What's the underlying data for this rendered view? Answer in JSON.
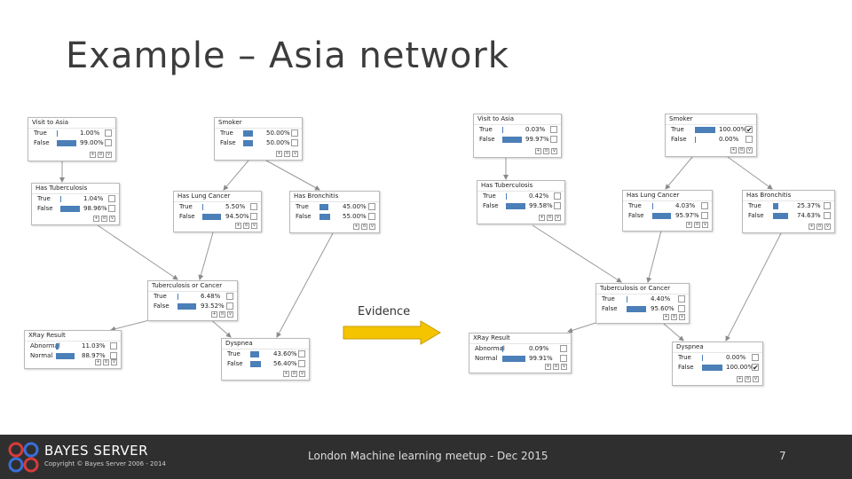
{
  "slide": {
    "title": "Example – Asia network",
    "evidence_label": "Evidence",
    "footer": {
      "brand": "BAYES SERVER",
      "copyright": "Copyright © Bayes Server 2006 - 2014",
      "event": "London Machine learning meetup - Dec 2015",
      "page_number": "7"
    },
    "colors": {
      "bar": "#4b7fb8",
      "evidence_arrow": "#f5c400",
      "footer_bg": "#2f2f2f"
    }
  },
  "before": {
    "visit_asia": {
      "title": "Visit to Asia",
      "states": [
        {
          "label": "True",
          "value": "1.00%",
          "p": 0.01,
          "checked": false
        },
        {
          "label": "False",
          "value": "99.00%",
          "p": 0.99,
          "checked": false
        }
      ]
    },
    "smoker": {
      "title": "Smoker",
      "states": [
        {
          "label": "True",
          "value": "50.00%",
          "p": 0.5,
          "checked": false
        },
        {
          "label": "False",
          "value": "50.00%",
          "p": 0.5,
          "checked": false
        }
      ]
    },
    "tuberculosis": {
      "title": "Has Tuberculosis",
      "states": [
        {
          "label": "True",
          "value": "1.04%",
          "p": 0.0104,
          "checked": false
        },
        {
          "label": "False",
          "value": "98.96%",
          "p": 0.9896,
          "checked": false
        }
      ]
    },
    "lung_cancer": {
      "title": "Has Lung Cancer",
      "states": [
        {
          "label": "True",
          "value": "5.50%",
          "p": 0.055,
          "checked": false
        },
        {
          "label": "False",
          "value": "94.50%",
          "p": 0.945,
          "checked": false
        }
      ]
    },
    "bronchitis": {
      "title": "Has Bronchitis",
      "states": [
        {
          "label": "True",
          "value": "45.00%",
          "p": 0.45,
          "checked": false
        },
        {
          "label": "False",
          "value": "55.00%",
          "p": 0.55,
          "checked": false
        }
      ]
    },
    "tb_or_cancer": {
      "title": "Tuberculosis or Cancer",
      "states": [
        {
          "label": "True",
          "value": "6.48%",
          "p": 0.0648,
          "checked": false
        },
        {
          "label": "False",
          "value": "93.52%",
          "p": 0.9352,
          "checked": false
        }
      ]
    },
    "xray": {
      "title": "XRay Result",
      "states": [
        {
          "label": "Abnormal",
          "value": "11.03%",
          "p": 0.1103,
          "checked": false
        },
        {
          "label": "Normal",
          "value": "88.97%",
          "p": 0.8897,
          "checked": false
        }
      ]
    },
    "dyspnea": {
      "title": "Dyspnea",
      "states": [
        {
          "label": "True",
          "value": "43.60%",
          "p": 0.436,
          "checked": false
        },
        {
          "label": "False",
          "value": "56.40%",
          "p": 0.564,
          "checked": false
        }
      ]
    }
  },
  "after": {
    "visit_asia": {
      "title": "Visit to Asia",
      "states": [
        {
          "label": "True",
          "value": "0.03%",
          "p": 0.0003,
          "checked": false
        },
        {
          "label": "False",
          "value": "99.97%",
          "p": 0.9997,
          "checked": false
        }
      ]
    },
    "smoker": {
      "title": "Smoker",
      "states": [
        {
          "label": "True",
          "value": "100.00%",
          "p": 1.0,
          "checked": true
        },
        {
          "label": "False",
          "value": "0.00%",
          "p": 0.0,
          "checked": false
        }
      ]
    },
    "tuberculosis": {
      "title": "Has Tuberculosis",
      "states": [
        {
          "label": "True",
          "value": "0.42%",
          "p": 0.0042,
          "checked": false
        },
        {
          "label": "False",
          "value": "99.58%",
          "p": 0.9958,
          "checked": false
        }
      ]
    },
    "lung_cancer": {
      "title": "Has Lung Cancer",
      "states": [
        {
          "label": "True",
          "value": "4.03%",
          "p": 0.0403,
          "checked": false
        },
        {
          "label": "False",
          "value": "95.97%",
          "p": 0.9597,
          "checked": false
        }
      ]
    },
    "bronchitis": {
      "title": "Has Bronchitis",
      "states": [
        {
          "label": "True",
          "value": "25.37%",
          "p": 0.2537,
          "checked": false
        },
        {
          "label": "False",
          "value": "74.63%",
          "p": 0.7463,
          "checked": false
        }
      ]
    },
    "tb_or_cancer": {
      "title": "Tuberculosis or Cancer",
      "states": [
        {
          "label": "True",
          "value": "4.40%",
          "p": 0.044,
          "checked": false
        },
        {
          "label": "False",
          "value": "95.60%",
          "p": 0.956,
          "checked": false
        }
      ]
    },
    "xray": {
      "title": "XRay Result",
      "states": [
        {
          "label": "Abnormal",
          "value": "0.09%",
          "p": 0.0009,
          "checked": false
        },
        {
          "label": "Normal",
          "value": "99.91%",
          "p": 0.9991,
          "checked": false
        }
      ]
    },
    "dyspnea": {
      "title": "Dyspnea",
      "states": [
        {
          "label": "True",
          "value": "0.00%",
          "p": 0.0,
          "checked": false
        },
        {
          "label": "False",
          "value": "100.00%",
          "p": 1.0,
          "checked": true
        }
      ]
    }
  }
}
